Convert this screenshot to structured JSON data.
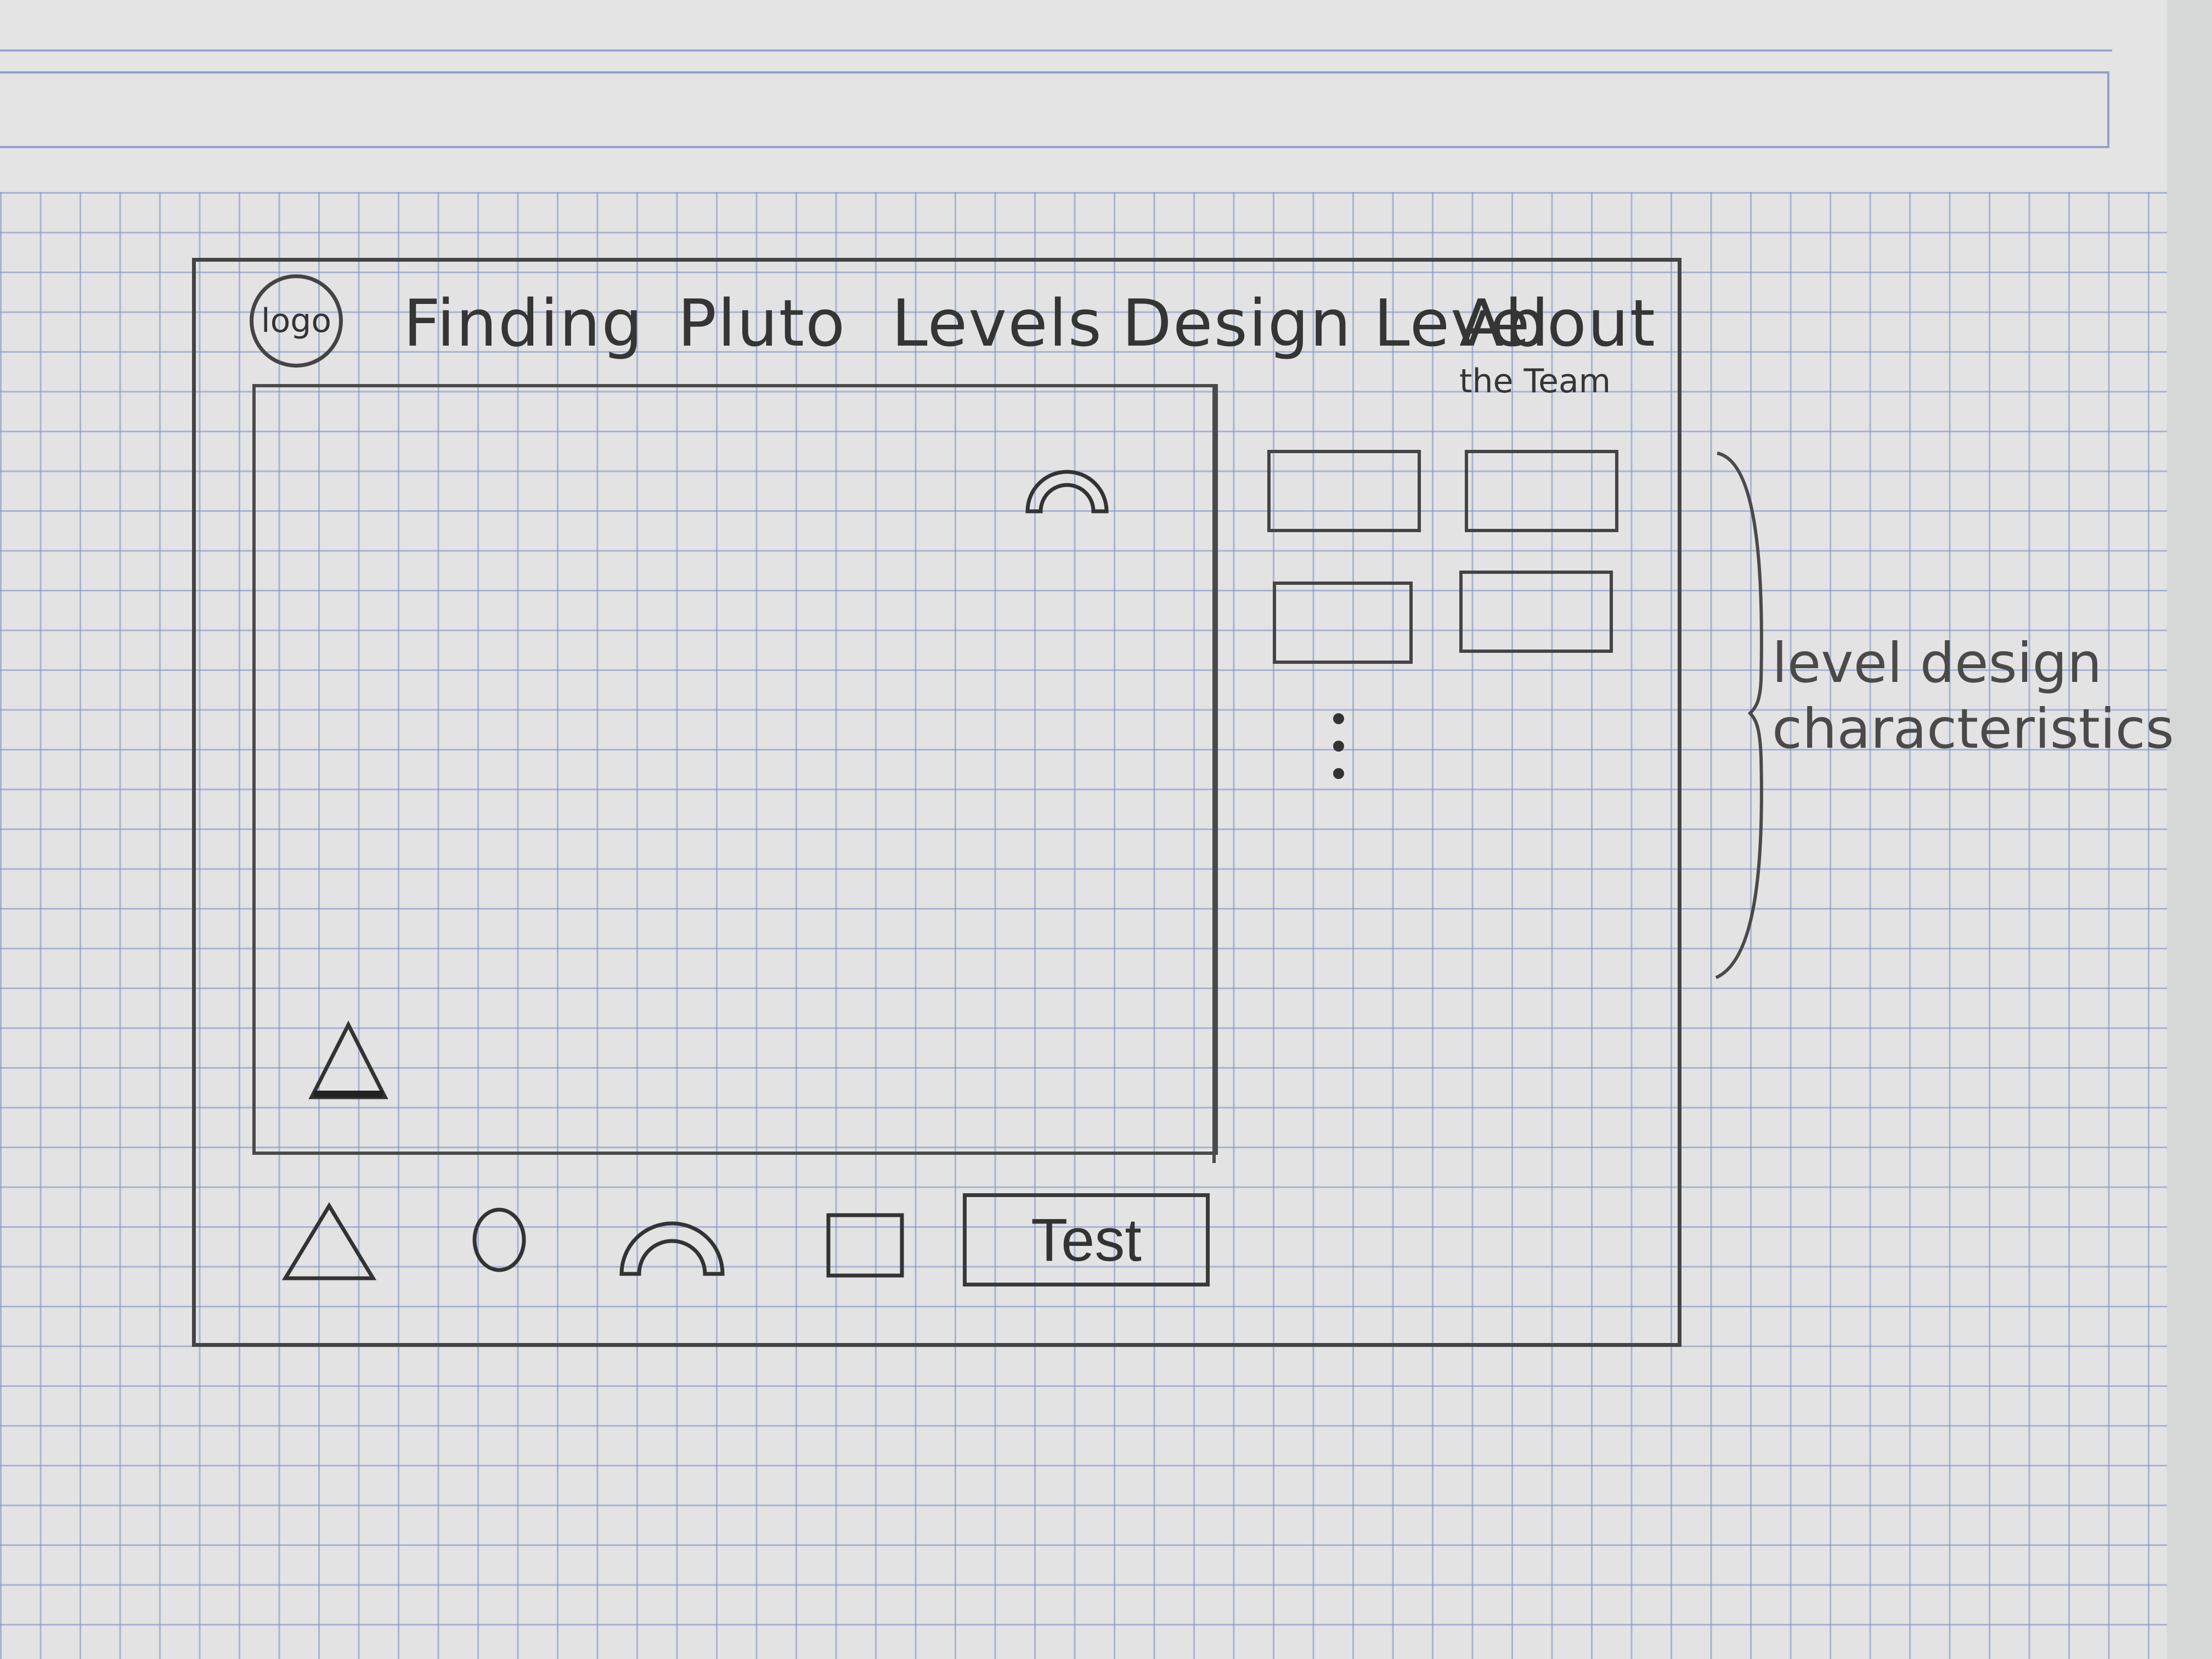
{
  "header": {
    "logo_label": "logo",
    "nav": [
      "Finding",
      "Pluto",
      "Levels",
      "Design Level",
      "About"
    ],
    "nav_sub": "the Team"
  },
  "sidebar": {
    "annotation_line1": "level design",
    "annotation_line2": "characteristics"
  },
  "toolbar": {
    "tools": [
      "triangle-icon",
      "circle-icon",
      "arch-icon",
      "square-icon"
    ],
    "test_label": "Test"
  },
  "canvas": {
    "items": [
      "arch-icon",
      "triangle-icon"
    ]
  }
}
